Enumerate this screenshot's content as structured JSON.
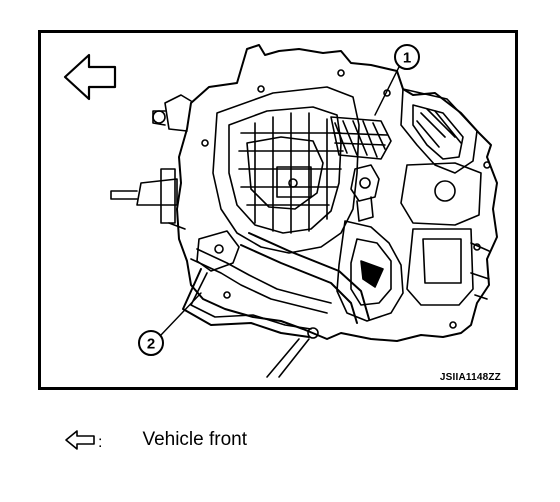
{
  "figure": {
    "code": "JSIIA1148ZZ",
    "callouts": [
      {
        "number": "1"
      },
      {
        "number": "2"
      }
    ]
  },
  "legend": {
    "icon": "left-arrow-icon",
    "separator": ":",
    "text": "Vehicle front"
  }
}
